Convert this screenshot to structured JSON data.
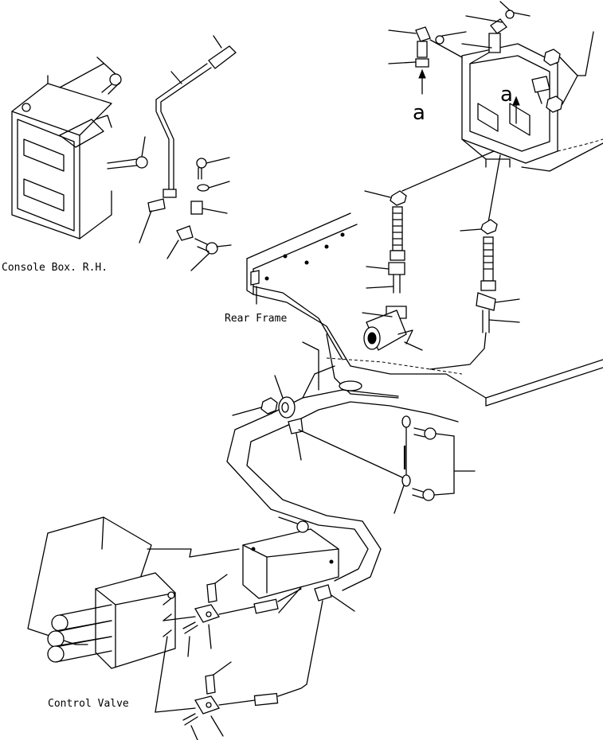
{
  "labels": {
    "console_box": "Console Box. R.H.",
    "rear_frame": "Rear Frame",
    "control_valve": "Control Valve",
    "view_a_left": "a",
    "view_a_right": "a"
  }
}
